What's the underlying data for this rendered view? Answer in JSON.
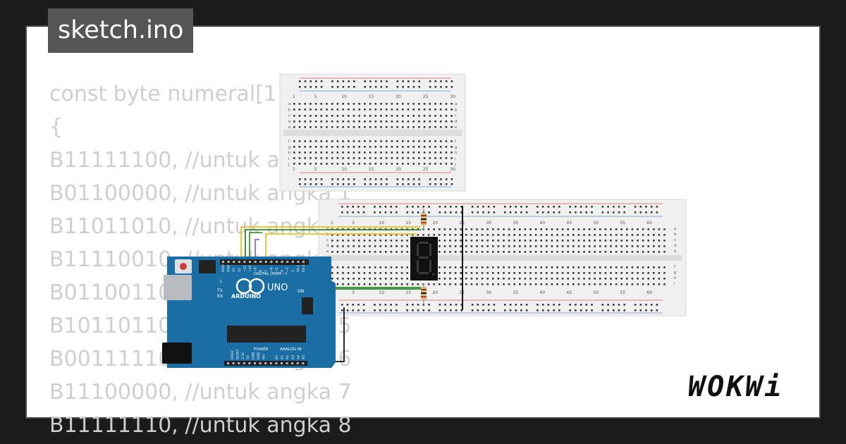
{
  "header": {
    "title": "sketch.ino"
  },
  "code_lines": [
    "const byte numeral[11",
    "{",
    "B11111100, //untuk an",
    "B01100000, //untuk angka 1",
    "B11011010, //untuk angka",
    "B11110010, //untuk angka",
    "B01100110, //",
    "B10110110, //untuk angka 5",
    "B00111110, //untuk angka 6",
    "B11100000, //untuk angka 7",
    "B11111110, //untuk angka 8"
  ],
  "breadboard_small": {
    "col_labels": [
      "1",
      "5",
      "10",
      "15",
      "20",
      "25",
      "30"
    ],
    "rows_top": [
      "a",
      "b",
      "c",
      "d",
      "e"
    ],
    "rows_bottom": [
      "f",
      "g",
      "h",
      "i",
      "j"
    ]
  },
  "breadboard_large": {
    "col_labels": [
      "1",
      "5",
      "10",
      "15",
      "20",
      "25",
      "30",
      "35",
      "40",
      "45",
      "50",
      "55",
      "60"
    ],
    "rows_top": [
      "a",
      "b",
      "c",
      "d",
      "e"
    ],
    "rows_bottom": [
      "f",
      "g",
      "h",
      "i"
    ]
  },
  "arduino": {
    "brand": "ARDUINO",
    "model": "UNO",
    "digital_label": "DIGITAL (PWM ~)",
    "power_label": "POWER",
    "analog_label": "ANALOG IN",
    "on_label": "ON",
    "tx_label": "TX",
    "rx_label": "RX",
    "l_label": "L",
    "top_pins": [
      "AREF",
      "GND",
      "13",
      "12",
      "~11",
      "~10",
      "~9",
      "8",
      "7",
      "~6",
      "~5",
      "4",
      "~3",
      "2",
      "TX 1",
      "RX 0"
    ],
    "power_pins": [
      "IOREF",
      "RESET",
      "3.3V",
      "5V",
      "GND",
      "GND",
      "Vin"
    ],
    "analog_pins": [
      "A0",
      "A1",
      "A2",
      "A3",
      "A4",
      "A5"
    ]
  },
  "branding": {
    "logo": "WOKWi"
  },
  "colors": {
    "board_blue": "#1b6ea3",
    "wire_yellow": "#e8c21c",
    "wire_green": "#3a9a2a",
    "wire_blue": "#3355dd",
    "wire_black": "#111111"
  }
}
